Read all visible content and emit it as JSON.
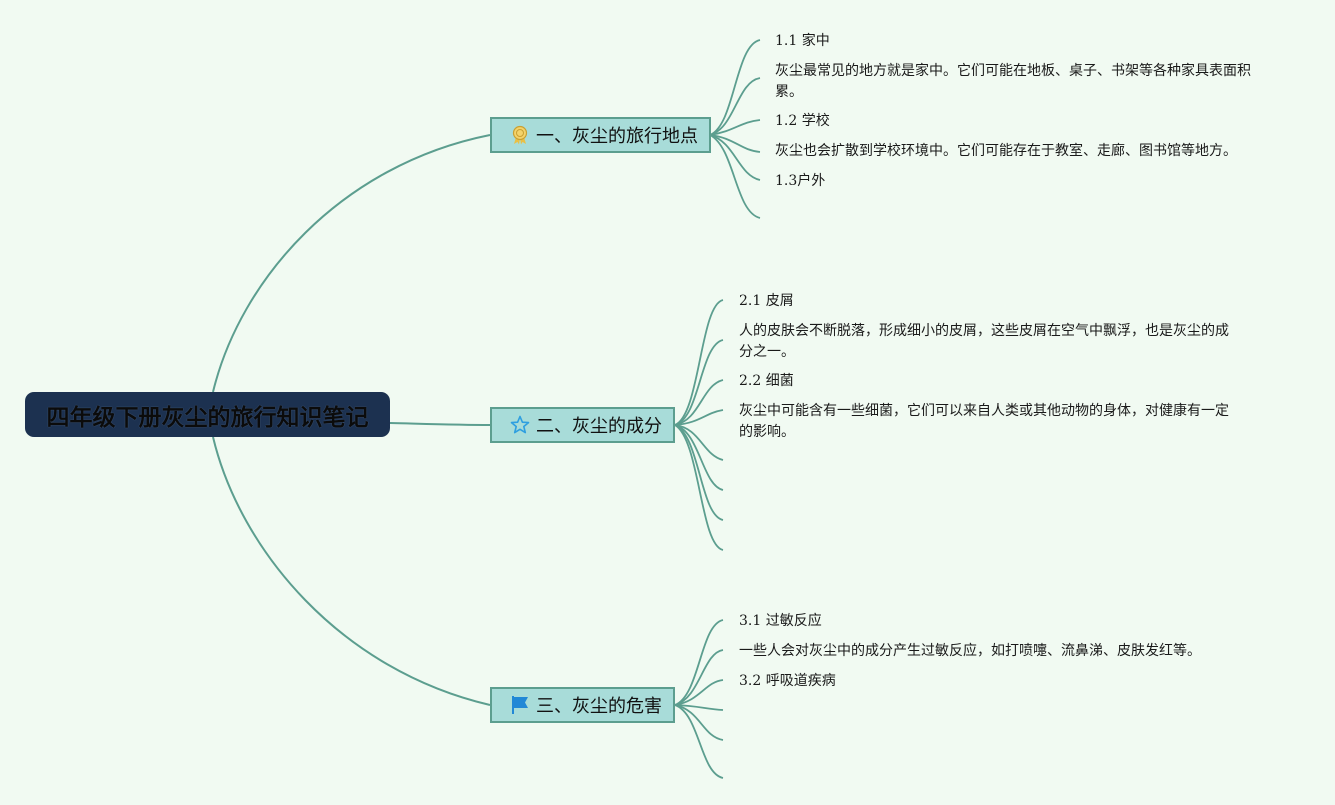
{
  "root": {
    "title": "四年级下册灰尘的旅行知识笔记"
  },
  "branches": [
    {
      "label": "一、灰尘的旅行地点",
      "icon": "award-ribbon-icon",
      "items": [
        "1.1 家中",
        "灰尘最常见的地方就是家中。它们可能在地板、桌子、书架等各种家具表面积累。",
        "1.2 学校",
        "灰尘也会扩散到学校环境中。它们可能存在于教室、走廊、图书馆等地方。",
        "1.3户外"
      ]
    },
    {
      "label": "二、灰尘的成分",
      "icon": "star-outline-icon",
      "items": [
        "2.1 皮屑",
        "人的皮肤会不断脱落，形成细小的皮屑，这些皮屑在空气中飘浮，也是灰尘的成分之一。",
        "2.2 细菌",
        "灰尘中可能含有一些细菌，它们可以来自人类或其他动物的身体，对健康有一定的影响。"
      ]
    },
    {
      "label": "三、灰尘的危害",
      "icon": "flag-icon",
      "items": [
        "3.1 过敏反应",
        "一些人会对灰尘中的成分产生过敏反应，如打喷嚏、流鼻涕、皮肤发红等。",
        "3.2 呼吸道疾病"
      ]
    }
  ],
  "colors": {
    "background": "#f1faf2",
    "connector": "#5c9e8f",
    "root_fill": "#1c3150",
    "branch_fill": "#a8dcd9",
    "award_icon": "#e9c046",
    "star_icon": "#2e9fe0",
    "flag_icon": "#2188d6"
  }
}
